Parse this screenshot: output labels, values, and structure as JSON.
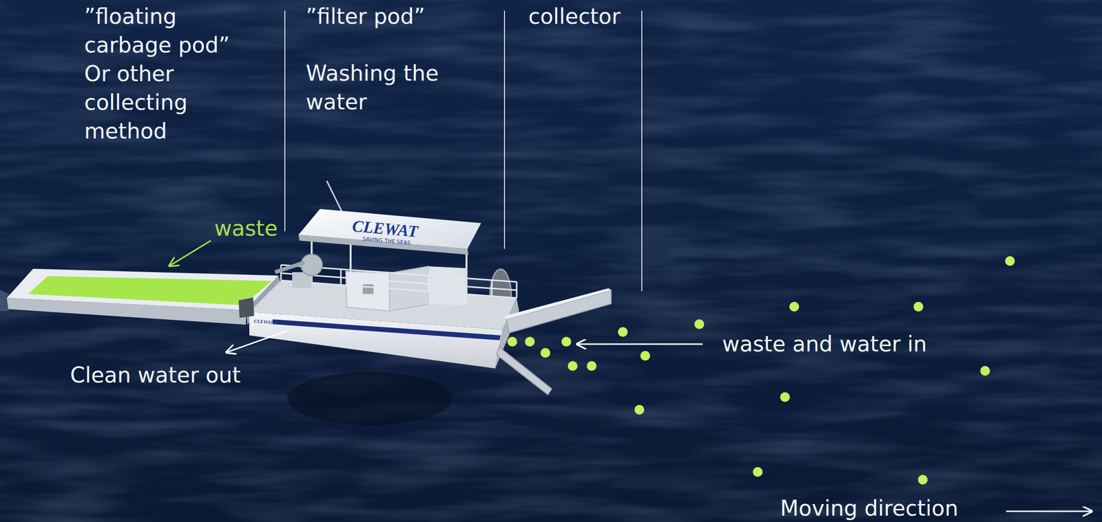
{
  "diagram": {
    "labels": [
      "”floating carbage pod” Or other collecting method",
      "”filter pod”",
      "Washing the water",
      "collector",
      "waste",
      "waste and water in",
      "Clean water out",
      "Moving direction",
      "CLEWAT",
      "SAVING THE SEAS",
      "CLEWAT"
    ]
  }
}
